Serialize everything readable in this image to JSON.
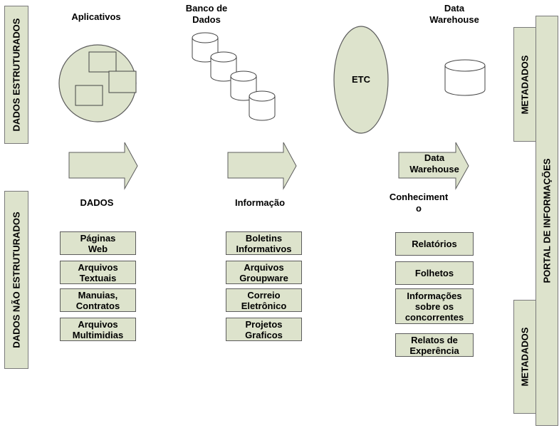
{
  "left_labels": {
    "structured": "DADOS ESTRUTURADOS",
    "unstructured": "DADOS NÃO ESTRUTURADOS"
  },
  "headers": {
    "aplicativos": "Aplicativos",
    "banco_line1": "Banco de",
    "banco_line2": "Dados",
    "etc": "ETC",
    "dw_line1": "Data",
    "dw_line2": "Warehouse"
  },
  "arrow3": {
    "line1": "Data",
    "line2": "Warehouse"
  },
  "sections": {
    "dados": "DADOS",
    "informacao": "Informação",
    "conhecimento_line1": "Conheciment",
    "conhecimento_line2": "o"
  },
  "dados_items": [
    [
      "Páginas",
      "Web"
    ],
    [
      "Arquivos",
      "Textuais"
    ],
    [
      "Manuias,",
      "Contratos"
    ],
    [
      "Arquivos",
      "Multimidias"
    ]
  ],
  "informacao_items": [
    [
      "Boletins",
      "Informativos"
    ],
    [
      "Arquivos",
      "Groupware"
    ],
    [
      "Correio",
      "Eletrônico"
    ],
    [
      "Projetos",
      "Graficos"
    ]
  ],
  "conhecimento_items": [
    [
      "Relatórios"
    ],
    [
      "Folhetos"
    ],
    [
      "Informações",
      "sobre os",
      "concorrentes"
    ],
    [
      "Relatos de",
      "Experência"
    ]
  ],
  "right": {
    "metadados_top": "METADADOS",
    "metadados_bottom": "METADADOS",
    "portal": "PORTAL DE INFORMAÇÕES"
  },
  "colors": {
    "fill": "#dde3cc",
    "stroke": "#5c5c5c"
  }
}
